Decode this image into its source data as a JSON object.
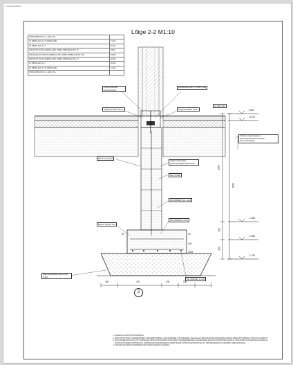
{
  "app_label": "Construction",
  "title": "Lõige 2-2 M1:10",
  "section_marker": "2",
  "layers": [
    {
      "name": "SEINAVIIMISTLUS: vt. ARH. OSA",
      "thk": ""
    },
    {
      "name": "2X KIPSPLAAT; A 13 TUKEDAARD",
      "thk": "13 mm"
    },
    {
      "name": "2X KIPSPLAAT; A 13",
      "thk": "26 mm"
    },
    {
      "name": "ROOVITUS 50x50 SAMMUGA 600, VAHEL MINERAALVILL 50",
      "thk": "50mm"
    },
    {
      "name": "PUITKARKASS 50X150 SAMMUGA 600, VAHEL MINERAALVILL 200",
      "thk": "200mm"
    },
    {
      "name": "ROOVITUS 50x50 SAMMUGA 600, VAHEL MINERAALVILL 50",
      "thk": "50 mm"
    },
    {
      "name": "2X KIPSPLAAT; A 13",
      "thk": "26 mm"
    },
    {
      "name": "2X KIPSPLAAT; A 13 TUKEDAARD",
      "thk": "13 mm"
    },
    {
      "name": "SEINAVIIMISTLUS: vt. ARH. OSA",
      "thk": ""
    }
  ],
  "callouts": {
    "puitprus": "Puitprus 50x200 küünemetsadu",
    "vaigutused_left": "Vaigutused/EPS 10mm",
    "kolonkeskus": "Kolonkeskus M12, L=160 s. 300",
    "vaigutused_right": "Vaigutused/EPS 10mm",
    "floor_ref": "vt. ARH OSA",
    "anchor_note": "Kordsete madsandiseta püstandanaatusankur Kõigal küünemetsadgaz",
    "bituumen": "Bituumenmastiks",
    "soklil": "Soklil rosttandelise plokkmaterjaliga ehitamiseks",
    "fibo": "Fibo 3 plokk",
    "armatuur_top": "AR. A500HW, 1ps. vuuk",
    "armatuur_mid": "AR. A500HW, s=100",
    "betoon": "Betoon C30/37 XC3",
    "armatuur_bottom": "AR. A500HW, s.=200",
    "geotextile": "Filtervõdl killustiku alus (0-60, D,90)"
  },
  "levels": [
    "0,000",
    "-0,100",
    "-1,300",
    "-1,500",
    "-1,700"
  ],
  "dims_vertical": [
    "1200",
    "1300",
    "200",
    "300"
  ],
  "dims_horizontal": [
    "150",
    "470",
    "130",
    "150"
  ],
  "dims_small": [
    "30",
    "30",
    "200",
    "1205"
  ],
  "notes": [
    "VAADATA KOOS PÕHIJOONISTEGA.",
    "KÕIK EHITUSTÖÖD, HANKETAMISED (TRANSPORTIMINE), LADUSTAMISED, TÖÖTLEMISED, SELLELE ALLUB VAID ETTE NÄHATAMISEL PARAALIMISE MÕÕ ABIDEGA TEOSTUE JAANESTI.",
    "KÕIK MATERJALID KÕIK VÕTTA ARVESSE TEHNILISTE NÕUETE PÕHJUSEST SAMAMÄÄRSETENA. ARVESTADES EKSPLUATATSIOONIKULUDE JA HOOLDUSE JA HOOLDUSKULUDEGA JA KOOSKÕLASTADES ARHITEKTIGA. MATERJALIDE SAMAMÄÄRSUS PEAB OLEMA KOOSKÕLASTATUD TELLIJA, PROJEKTEERIJA JA OMANIKU JÄRELEVALVEGA.",
    "ÜKSIKASJAD KINNITUSVAHENDID ON ESITATUD DETAILJOONISEL."
  ]
}
